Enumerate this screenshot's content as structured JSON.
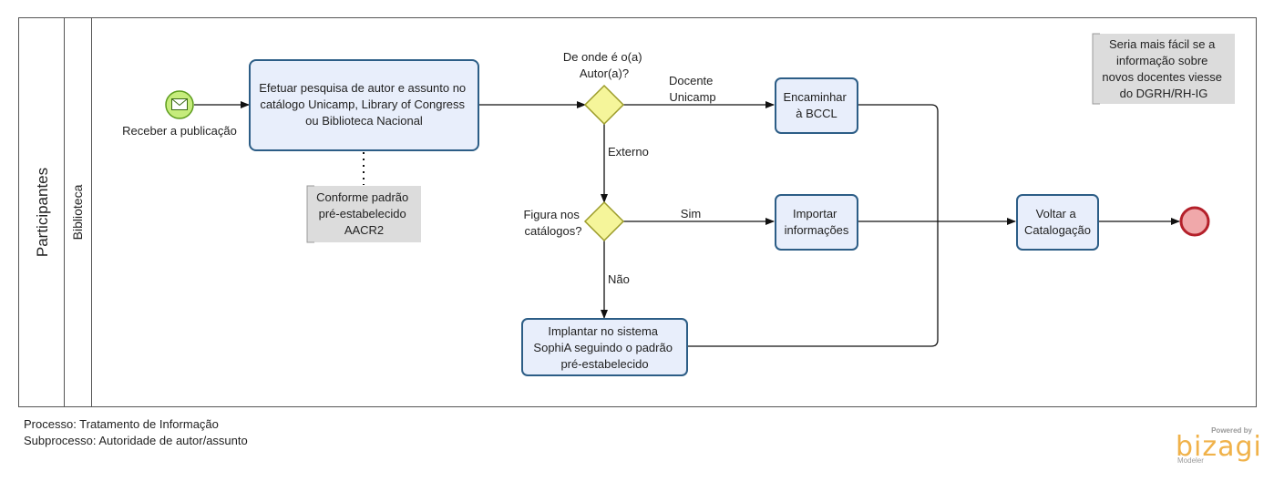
{
  "pool": {
    "label": "Participantes"
  },
  "lane": {
    "label": "Biblioteca"
  },
  "start_event": {
    "label": "Receber a publicação"
  },
  "tasks": {
    "pesquisa": {
      "lines": [
        "Efetuar pesquisa de autor e assunto no",
        "catálogo Unicamp, Library of Congress",
        "ou Biblioteca Nacional"
      ]
    },
    "encaminhar": {
      "lines": [
        "Encaminhar",
        "à BCCL"
      ]
    },
    "importar": {
      "lines": [
        "Importar",
        "informações"
      ]
    },
    "implantar": {
      "lines": [
        "Implantar no sistema",
        "SophiA seguindo o padrão",
        "pré-estabelecido"
      ]
    },
    "voltar": {
      "lines": [
        "Voltar a",
        "Catalogação"
      ]
    }
  },
  "gateways": {
    "origem": {
      "lines": [
        "De onde é o(a)",
        "Autor(a)?"
      ]
    },
    "figura": {
      "lines": [
        "Figura nos",
        "catálogos?"
      ]
    }
  },
  "flow_labels": {
    "docente": [
      "Docente",
      "Unicamp"
    ],
    "externo": "Externo",
    "sim": "Sim",
    "nao": "Não"
  },
  "annotations": {
    "padrao": {
      "lines": [
        "Conforme padrão",
        "pré-estabelecido",
        "AACR2"
      ]
    },
    "dgrh": {
      "lines": [
        "Seria mais fácil se a",
        "informação sobre",
        "novos docentes viesse",
        "do DGRH/RH-IG"
      ]
    }
  },
  "footer": {
    "processo": "Processo: Tratamento de Informação",
    "subprocesso": "Subprocesso: Autoridade de autor/assunto"
  },
  "branding": {
    "powered": "Powered by",
    "name": "bizagi",
    "product": "Modeler"
  },
  "colors": {
    "task_fill": "#e8eefb",
    "task_stroke": "#2c5d86",
    "gateway_fill": "#f5f59a",
    "gateway_stroke": "#9c9c2a",
    "start_fill": "#c6ec7c",
    "start_stroke": "#5c9c1c",
    "end_fill": "#f0a8aa",
    "end_stroke": "#b4202a",
    "annotation_fill": "#dcdcdc",
    "brand": "#f0b24a"
  }
}
